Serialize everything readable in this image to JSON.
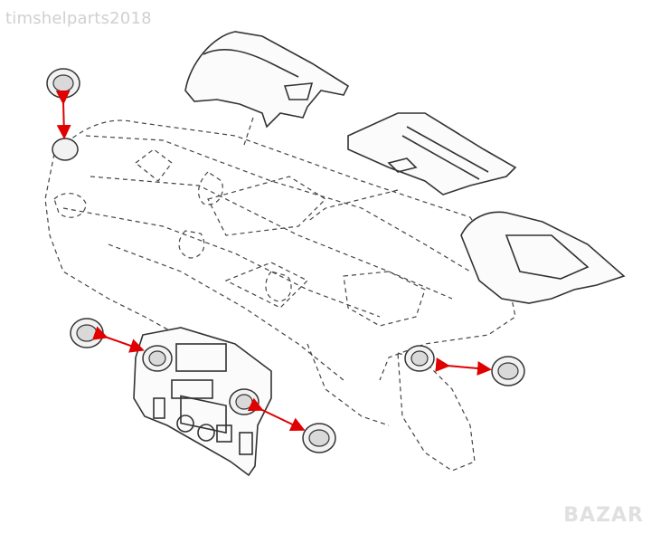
{
  "watermark": {
    "text": "timshelparts2018"
  },
  "logo": {
    "text": "BAZAR"
  },
  "colors": {
    "arrow": "#e00000",
    "line": "#333333",
    "background": "#ffffff"
  },
  "parts": [
    {
      "name": "air-vent-top-left",
      "icon": "round-air-vent"
    },
    {
      "name": "air-vent-center-left",
      "icon": "round-air-vent"
    },
    {
      "name": "air-vent-center-right",
      "icon": "round-air-vent"
    },
    {
      "name": "air-vent-right",
      "icon": "round-air-vent"
    }
  ]
}
